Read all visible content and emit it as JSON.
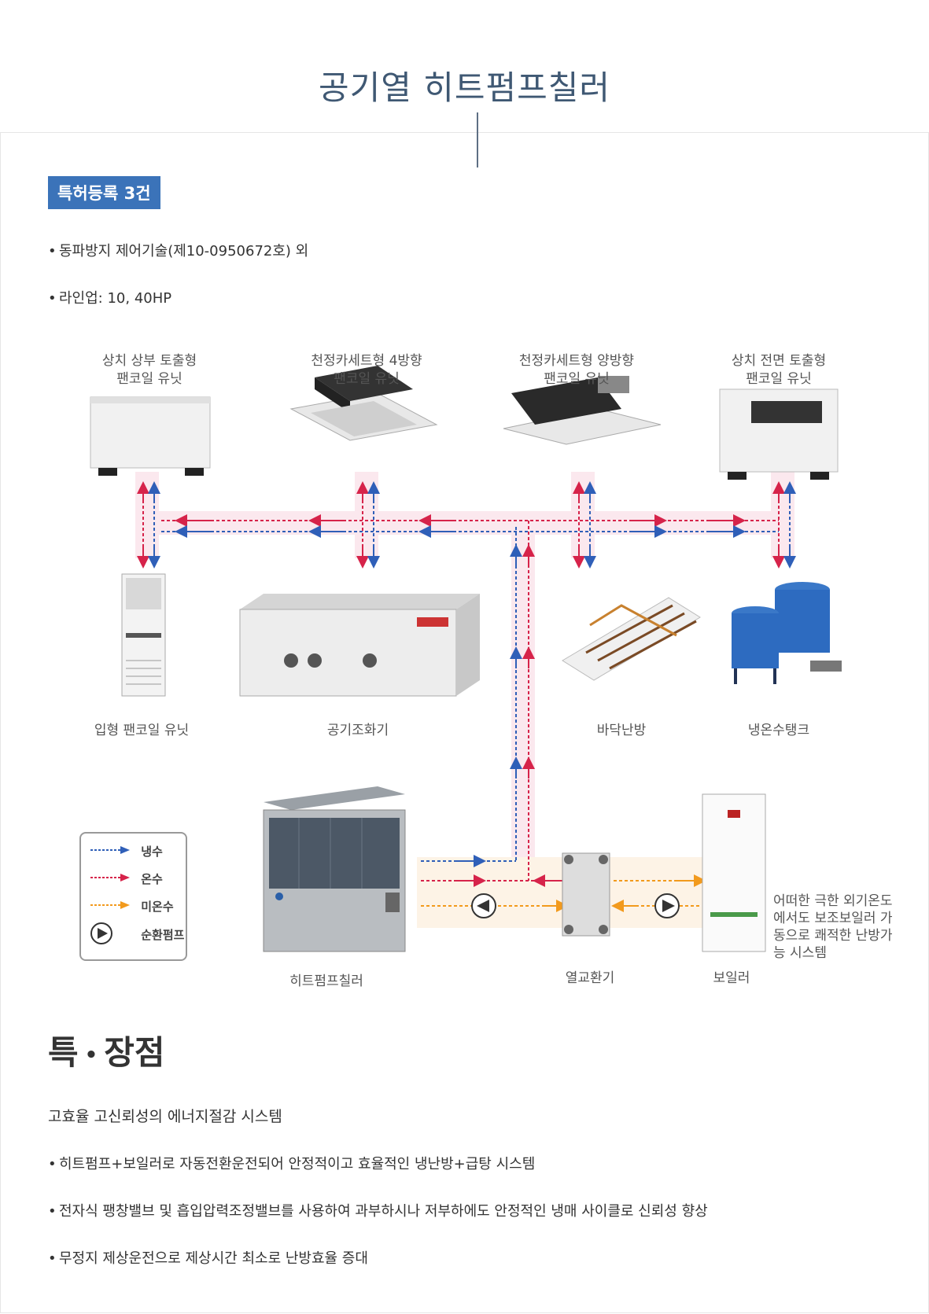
{
  "title": "공기열 히트펌프칠러",
  "badge": "특허등록 3건",
  "bullets": [
    "동파방지 제어기술(제10-0950672호) 외",
    "라인업: 10, 40HP"
  ],
  "diagram": {
    "units_top": [
      {
        "line1": "상치 상부 토출형",
        "line2": "팬코일 유닛"
      },
      {
        "line1": "천정카세트형 4방향",
        "line2": "팬코일 유닛"
      },
      {
        "line1": "천정카세트형 양방향",
        "line2": "팬코일 유닛"
      },
      {
        "line1": "상치 전면 토출형",
        "line2": "팬코일 유닛"
      }
    ],
    "units_middle": [
      "입형 팬코일 유닛",
      "공기조화기",
      "바닥난방",
      "냉온수탱크"
    ],
    "units_bottom": [
      "히트펌프칠러",
      "열교환기",
      "보일러"
    ],
    "boiler_note": [
      "어떠한 극한 외기온도",
      "에서도 보조보일러 가",
      "동으로 쾌적한 난방가",
      "능 시스템"
    ],
    "legend": [
      {
        "label": "냉수",
        "color": "#2f5fb8"
      },
      {
        "label": "온수",
        "color": "#d6234a"
      },
      {
        "label": "미온수",
        "color": "#f29a1d"
      },
      {
        "label": "순환펌프",
        "color": "#333333"
      }
    ]
  },
  "features": {
    "title_a": "특",
    "title_b": "장점",
    "intro": "고효율 고신뢰성의 에너지절감 시스템",
    "items": [
      "히트펌프+보일러로 자동전환운전되어 안정적이고 효율적인 냉난방+급탕 시스템",
      "전자식 팽창밸브 및 흡입압력조정밸브를 사용하여 과부하시나 저부하에도 안정적인 냉매 사이클로 신뢰성 향상",
      "무정지 제상운전으로 제상시간 최소로 난방효율 증대"
    ]
  }
}
